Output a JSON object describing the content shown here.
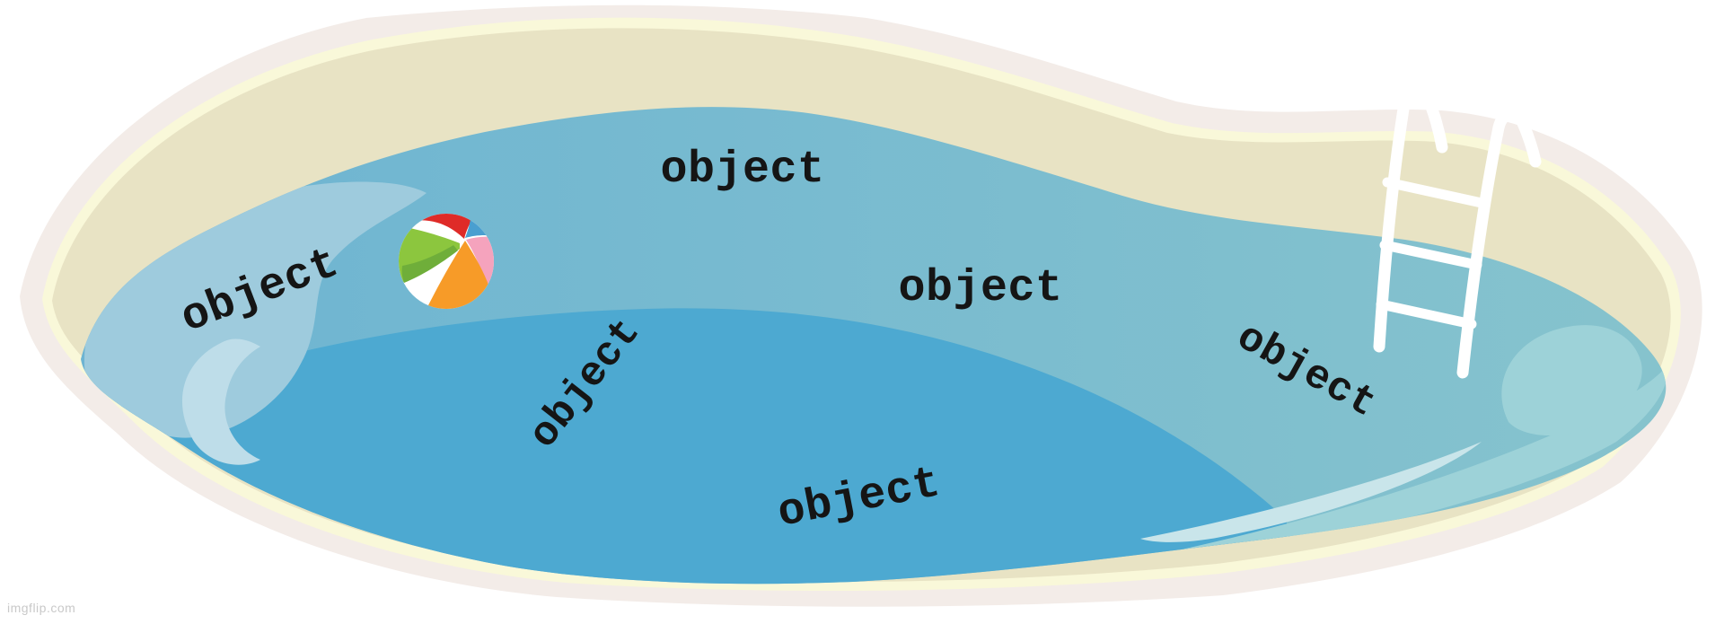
{
  "meme": {
    "template_name": "object pool",
    "watermark": "imgflip.com",
    "label_color": "#151515",
    "object_labels": [
      {
        "text": "object",
        "position": "top-center"
      },
      {
        "text": "object",
        "position": "upper-left"
      },
      {
        "text": "object",
        "position": "center-steep-diagonal"
      },
      {
        "text": "object",
        "position": "middle-right"
      },
      {
        "text": "object",
        "position": "right-diagonal"
      },
      {
        "text": "object",
        "position": "bottom-center"
      }
    ],
    "pool": {
      "colors": {
        "deck_outer": "#f3ece8",
        "deck_highlight": "#f9f8d9",
        "coping": "#e8e3c4",
        "water_left": "#6db4d2",
        "water_right": "#86c3cd",
        "water_deep": "#4da9d1",
        "reflection": "#9ecbdd",
        "reflection_bright": "#bedde9",
        "shallow_band": "#9dd2d8",
        "shallow_streak": "#c9e5ea"
      }
    },
    "beach_ball": {
      "colors": {
        "white": "#ffffff",
        "red": "#df2b28",
        "blue": "#4a9fd0",
        "pink": "#f5a3bd",
        "orange": "#f79b28",
        "green": "#8cc63e",
        "green_shade": "#6fae3a"
      }
    },
    "ladder": {
      "color": "#ffffff"
    }
  }
}
